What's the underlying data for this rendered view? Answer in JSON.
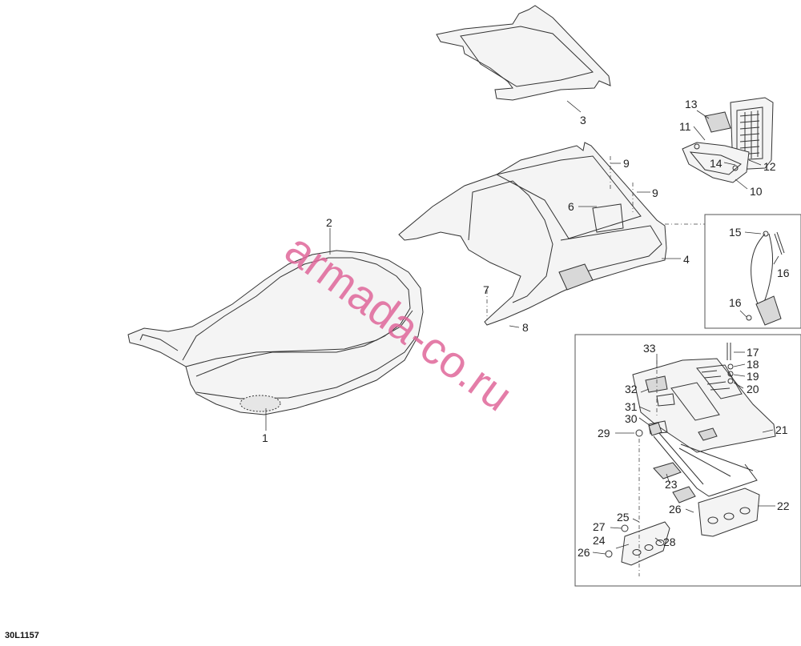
{
  "diagram": {
    "reference_code": "30L1157",
    "watermark": "armada-co.ru",
    "callouts": {
      "c1": "1",
      "c2": "2",
      "c3": "3",
      "c4": "4",
      "c6": "6",
      "c7": "7",
      "c8": "8",
      "c9a": "9",
      "c9b": "9",
      "c10": "10",
      "c11": "11",
      "c12": "12",
      "c13": "13",
      "c14": "14",
      "c15": "15",
      "c16a": "16",
      "c16b": "16",
      "c17": "17",
      "c18": "18",
      "c19": "19",
      "c20": "20",
      "c21": "21",
      "c22": "22",
      "c23": "23",
      "c24": "24",
      "c25": "25",
      "c26a": "26",
      "c26b": "26",
      "c27": "27",
      "c28": "28",
      "c29": "29",
      "c30": "30",
      "c31": "31",
      "c32": "32",
      "c33": "33"
    }
  }
}
